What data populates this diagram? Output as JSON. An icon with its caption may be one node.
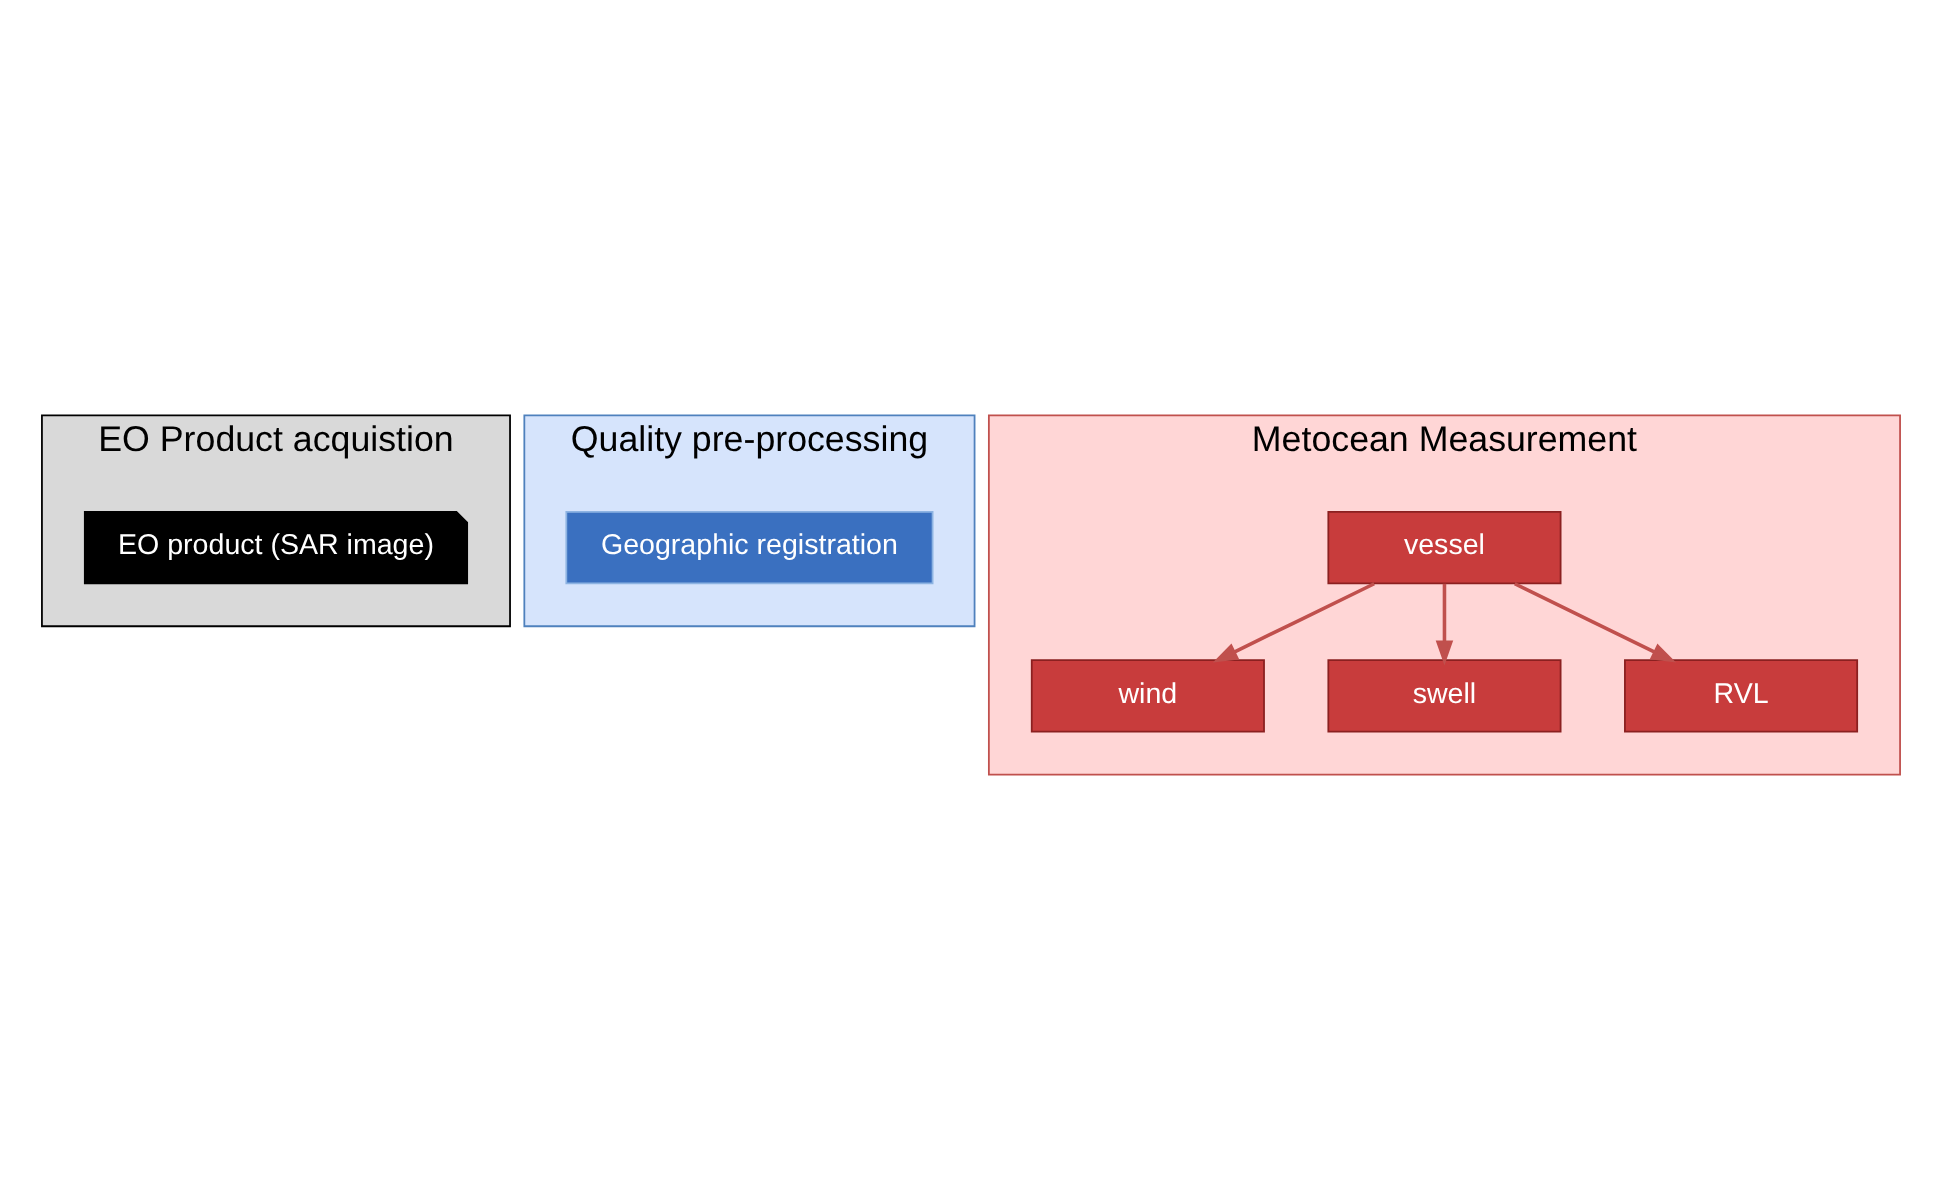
{
  "diagram": {
    "nodes": [
      {
        "text": [
          "EO Product acquistion"
        ]
      },
      {
        "text": [
          "EO product (SAR image)"
        ],
        "in": 0
      },
      {
        "text": [
          "Quality pre-processing"
        ]
      },
      {
        "text": [
          "Geographic registration"
        ],
        "in": 2
      },
      {
        "text": [
          "Metocean Measurement"
        ]
      },
      {
        "text": [
          "vessel"
        ],
        "in": 4
      },
      {
        "text": [
          "wind"
        ],
        "in": 4
      },
      {
        "text": [
          "swell"
        ],
        "in": 4
      },
      {
        "text": [
          "RVL"
        ],
        "in": 4
      }
    ],
    "edges": [
      {
        "from": 5,
        "to": 6,
        "arrow": "to"
      },
      {
        "from": 5,
        "to": 7,
        "arrow": "to"
      },
      {
        "from": 5,
        "to": 8,
        "arrow": "to"
      }
    ]
  }
}
